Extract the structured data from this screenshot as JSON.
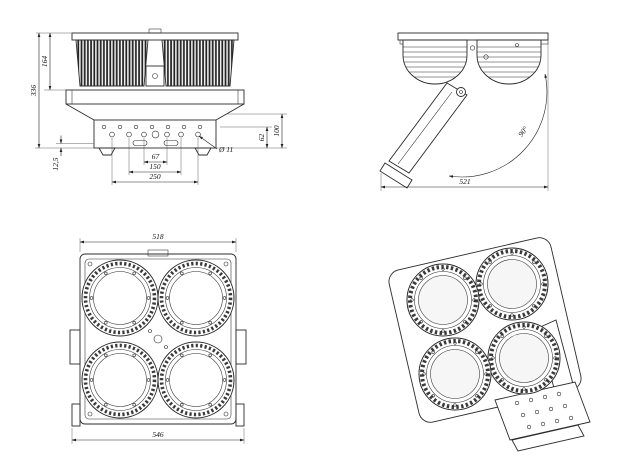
{
  "sheet": {
    "background": "#ffffff",
    "line_color": "#2b2b2b",
    "dim_color": "#222222"
  },
  "views": {
    "front": {
      "label": "front-view",
      "dims": {
        "d164": "164",
        "d336": "336",
        "d100": "100",
        "d62": "62",
        "d125": "12,5",
        "d67": "67",
        "d150": "150",
        "d250": "250",
        "dia11": "Ø 11"
      }
    },
    "side": {
      "label": "side-view",
      "dims": {
        "angle90": "90°",
        "d521": "521"
      }
    },
    "bottom": {
      "label": "bottom-view",
      "dims": {
        "d518": "518",
        "d546": "546"
      }
    },
    "isometric": {
      "label": "isometric-view"
    }
  }
}
